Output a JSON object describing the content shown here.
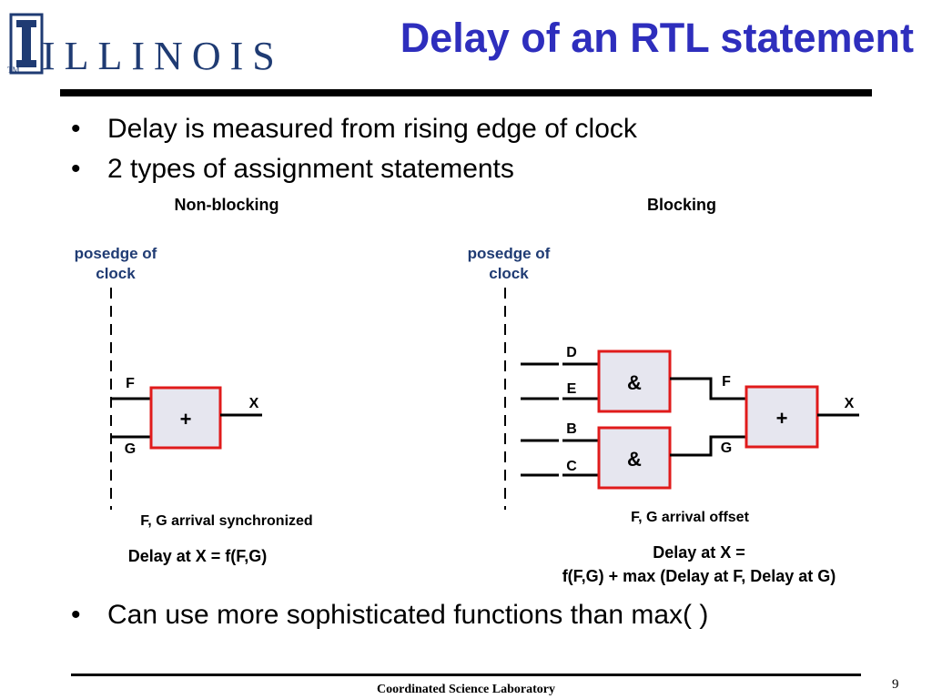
{
  "header": {
    "logo_text": "ILLINOIS",
    "logo_mark": "I",
    "logo_tm": "TM",
    "title": "Delay of an RTL statement"
  },
  "bullets": [
    "Delay is measured from rising edge of clock",
    "2 types of assignment statements",
    "Can use more sophisticated functions than max( )"
  ],
  "bullet_char": "•",
  "nonblocking": {
    "heading": "Non-blocking",
    "clock_label_1": "posedge of",
    "clock_label_2": "clock",
    "input_f": "F",
    "input_g": "G",
    "gate": "+",
    "output": "X",
    "caption": "F, G arrival synchronized",
    "delay": "Delay at X = f(F,G)"
  },
  "blocking": {
    "heading": "Blocking",
    "clock_label_1": "posedge of",
    "clock_label_2": "clock",
    "inputs": [
      "D",
      "E",
      "B",
      "C"
    ],
    "and_gate": "&",
    "mid_f": "F",
    "mid_g": "G",
    "gate": "+",
    "output": "X",
    "caption": "F, G arrival offset",
    "delay_line_1": "Delay at X =",
    "delay_line_2": "f(F,G) + max (Delay at F, Delay at G)"
  },
  "footer": {
    "lab": "Coordinated Science Laboratory",
    "page": "9"
  },
  "colors": {
    "title": "#2e2ebd",
    "clock_label": "#1f3b73",
    "gate_border": "#e01b1b",
    "gate_fill": "#e6e6ef"
  }
}
